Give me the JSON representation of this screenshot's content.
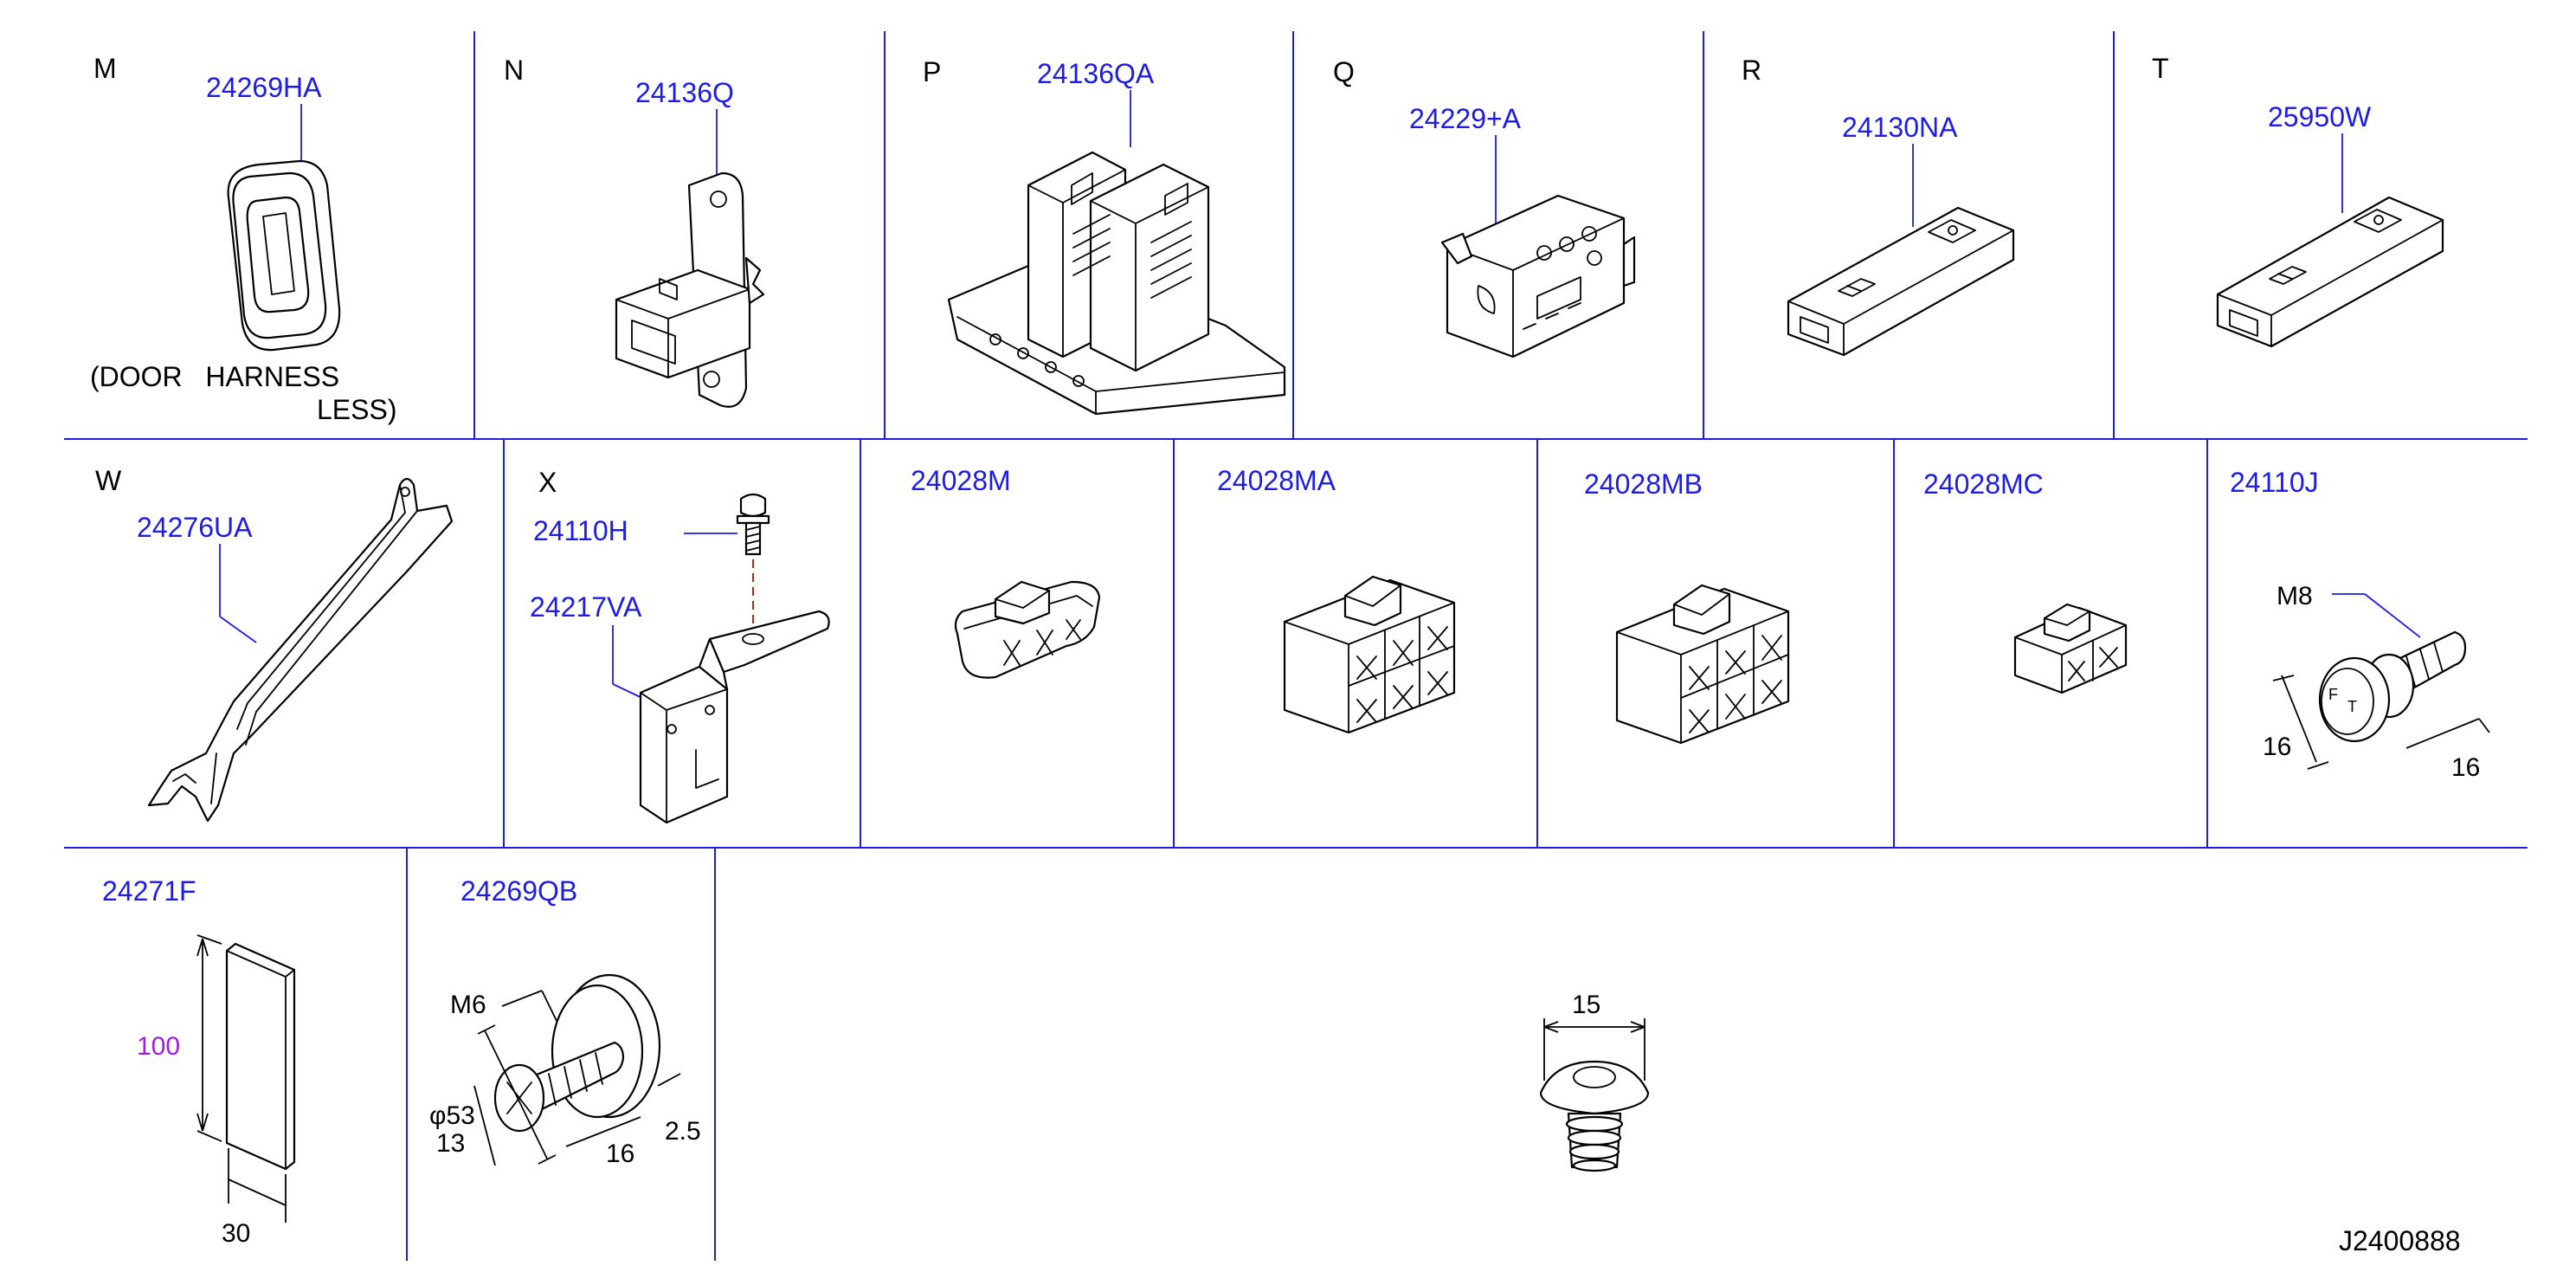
{
  "colors": {
    "part_number": "#1c1ce6",
    "grid": "#1c1ce6",
    "line": "#000000",
    "dimension_highlight": "#9b1fe8",
    "dash": "#e01515"
  },
  "cells": {
    "M": {
      "letter": "M",
      "part": "24269HA",
      "note1": "(DOOR   HARNESS",
      "note2": "LESS)"
    },
    "N": {
      "letter": "N",
      "part": "24136Q"
    },
    "P": {
      "letter": "P",
      "part": "24136QA"
    },
    "Q": {
      "letter": "Q",
      "part": "24229+A"
    },
    "R": {
      "letter": "R",
      "part": "24130NA"
    },
    "T": {
      "letter": "T",
      "part": "25950W"
    },
    "W": {
      "letter": "W",
      "part": "24276UA"
    },
    "X": {
      "letter": "X",
      "part_bolt": "24110H",
      "part_bracket": "24217VA"
    },
    "c24028M": {
      "part": "24028M"
    },
    "c24028MA": {
      "part": "24028MA"
    },
    "c24028MB": {
      "part": "24028MB"
    },
    "c24028MC": {
      "part": "24028MC"
    },
    "c24110J": {
      "part": "24110J",
      "thread": "M8",
      "dim_a": "16",
      "dim_b": "16"
    },
    "c24271F": {
      "part": "24271F",
      "dim_height": "100",
      "dim_width": "30"
    },
    "c24269QB": {
      "part": "24269QB",
      "thread": "M6",
      "dim_dia": "φ53",
      "dim_13": "13",
      "dim_16": "16",
      "dim_25": "2.5"
    },
    "clip": {
      "dim": "15"
    }
  },
  "diagram_code": "J2400888"
}
